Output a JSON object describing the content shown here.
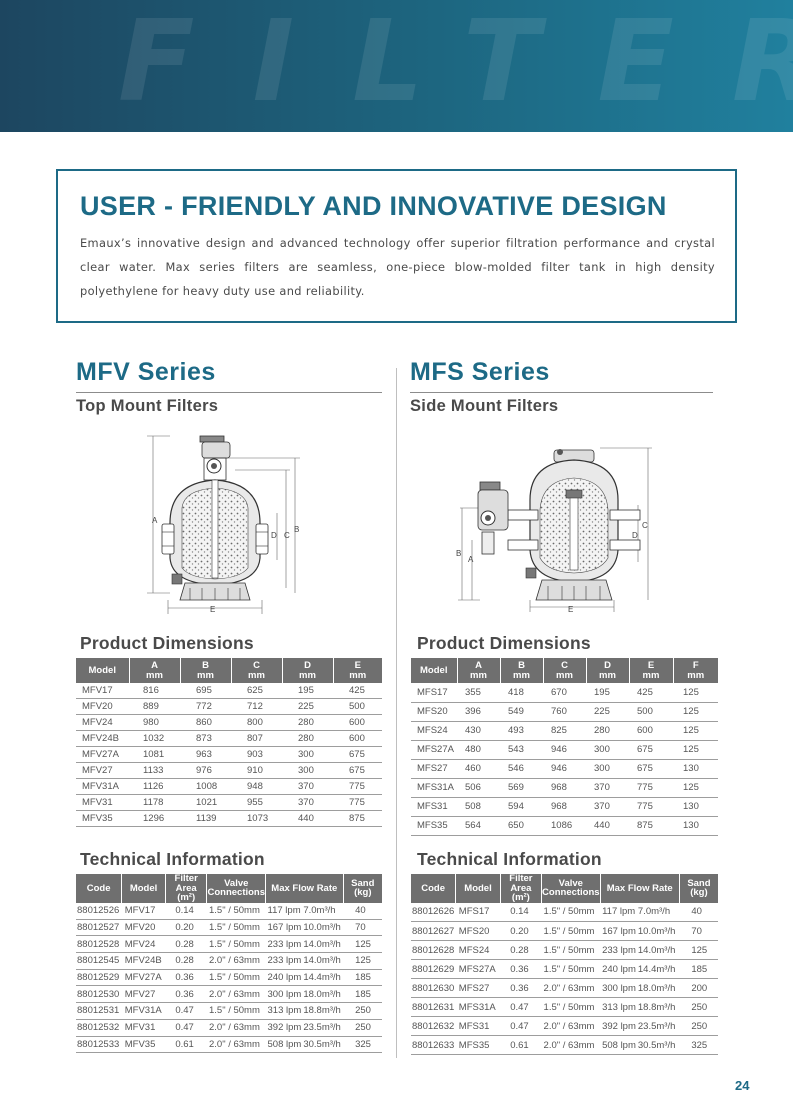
{
  "banner": {
    "word": "FILTER"
  },
  "intro": {
    "title": "USER - FRIENDLY AND INNOVATIVE DESIGN",
    "body": "Emaux’s innovative design and advanced technology offer superior filtration performance and crystal clear water. Max series filters are seamless, one-piece blow-molded filter tank in high density polyethylene for heavy duty use and reliability."
  },
  "mfv": {
    "title": "MFV Series",
    "subtitle": "Top Mount Filters",
    "diagram_labels": {
      "a": "A",
      "b": "B",
      "c": "C",
      "d": "D",
      "e": "E"
    },
    "dimensions_title": "Product Dimensions",
    "dimensions_headers": [
      {
        "l1": "Model",
        "l2": ""
      },
      {
        "l1": "A",
        "l2": "mm"
      },
      {
        "l1": "B",
        "l2": "mm"
      },
      {
        "l1": "C",
        "l2": "mm"
      },
      {
        "l1": "D",
        "l2": "mm"
      },
      {
        "l1": "E",
        "l2": "mm"
      }
    ],
    "dimensions_rows": [
      [
        "MFV17",
        "816",
        "695",
        "625",
        "195",
        "425"
      ],
      [
        "MFV20",
        "889",
        "772",
        "712",
        "225",
        "500"
      ],
      [
        "MFV24",
        "980",
        "860",
        "800",
        "280",
        "600"
      ],
      [
        "MFV24B",
        "1032",
        "873",
        "807",
        "280",
        "600"
      ],
      [
        "MFV27A",
        "1081",
        "963",
        "903",
        "300",
        "675"
      ],
      [
        "MFV27",
        "1133",
        "976",
        "910",
        "300",
        "675"
      ],
      [
        "MFV31A",
        "1126",
        "1008",
        "948",
        "370",
        "775"
      ],
      [
        "MFV31",
        "1178",
        "1021",
        "955",
        "370",
        "775"
      ],
      [
        "MFV35",
        "1296",
        "1139",
        "1073",
        "440",
        "875"
      ]
    ],
    "tech_title": "Technical Information",
    "tech_headers": [
      {
        "l1": "Code",
        "l2": ""
      },
      {
        "l1": "Model",
        "l2": ""
      },
      {
        "l1": "Filter",
        "l2": "Area (m²)"
      },
      {
        "l1": "Valve",
        "l2": "Connections"
      },
      {
        "l1": "Max Flow Rate",
        "l2": ""
      },
      {
        "l1": "Sand",
        "l2": "(kg)"
      }
    ],
    "tech_rows": [
      [
        "88012526",
        "MFV17",
        "0.14",
        "1.5\" / 50mm",
        "117 lpm",
        "7.0m³/h",
        "40"
      ],
      [
        "88012527",
        "MFV20",
        "0.20",
        "1.5\" / 50mm",
        "167 lpm",
        "10.0m³/h",
        "70"
      ],
      [
        "88012528",
        "MFV24",
        "0.28",
        "1.5\" / 50mm",
        "233 lpm",
        "14.0m³/h",
        "125"
      ],
      [
        "88012545",
        "MFV24B",
        "0.28",
        "2.0\" / 63mm",
        "233 lpm",
        "14.0m³/h",
        "125"
      ],
      [
        "88012529",
        "MFV27A",
        "0.36",
        "1.5\" / 50mm",
        "240 lpm",
        "14.4m³/h",
        "185"
      ],
      [
        "88012530",
        "MFV27",
        "0.36",
        "2.0\" / 63mm",
        "300 lpm",
        "18.0m³/h",
        "185"
      ],
      [
        "88012531",
        "MFV31A",
        "0.47",
        "1.5\" / 50mm",
        "313 lpm",
        "18.8m³/h",
        "250"
      ],
      [
        "88012532",
        "MFV31",
        "0.47",
        "2.0\" / 63mm",
        "392 lpm",
        "23.5m³/h",
        "250"
      ],
      [
        "88012533",
        "MFV35",
        "0.61",
        "2.0\" / 63mm",
        "508 lpm",
        "30.5m³/h",
        "325"
      ]
    ]
  },
  "mfs": {
    "title": "MFS Series",
    "subtitle": "Side Mount Filters",
    "diagram_labels": {
      "a": "A",
      "b": "B",
      "c": "C",
      "d": "D",
      "e": "E"
    },
    "dimensions_title": "Product Dimensions",
    "dimensions_headers": [
      {
        "l1": "Model",
        "l2": ""
      },
      {
        "l1": "A",
        "l2": "mm"
      },
      {
        "l1": "B",
        "l2": "mm"
      },
      {
        "l1": "C",
        "l2": "mm"
      },
      {
        "l1": "D",
        "l2": "mm"
      },
      {
        "l1": "E",
        "l2": "mm"
      },
      {
        "l1": "F",
        "l2": "mm"
      }
    ],
    "dimensions_rows": [
      [
        "MFS17",
        "355",
        "418",
        "670",
        "195",
        "425",
        "125"
      ],
      [
        "MFS20",
        "396",
        "549",
        "760",
        "225",
        "500",
        "125"
      ],
      [
        "MFS24",
        "430",
        "493",
        "825",
        "280",
        "600",
        "125"
      ],
      [
        "MFS27A",
        "480",
        "543",
        "946",
        "300",
        "675",
        "125"
      ],
      [
        "MFS27",
        "460",
        "546",
        "946",
        "300",
        "675",
        "130"
      ],
      [
        "MFS31A",
        "506",
        "569",
        "968",
        "370",
        "775",
        "125"
      ],
      [
        "MFS31",
        "508",
        "594",
        "968",
        "370",
        "775",
        "130"
      ],
      [
        "MFS35",
        "564",
        "650",
        "1086",
        "440",
        "875",
        "130"
      ]
    ],
    "tech_title": "Technical Information",
    "tech_headers": [
      {
        "l1": "Code",
        "l2": ""
      },
      {
        "l1": "Model",
        "l2": ""
      },
      {
        "l1": "Filter",
        "l2": "Area (m²)"
      },
      {
        "l1": "Valve",
        "l2": "Connections"
      },
      {
        "l1": "Max Flow Rate",
        "l2": ""
      },
      {
        "l1": "Sand",
        "l2": "(kg)"
      }
    ],
    "tech_rows": [
      [
        "88012626",
        "MFS17",
        "0.14",
        "1.5\" / 50mm",
        "117 lpm",
        "7.0m³/h",
        "40"
      ],
      [
        "88012627",
        "MFS20",
        "0.20",
        "1.5\" / 50mm",
        "167 lpm",
        "10.0m³/h",
        "70"
      ],
      [
        "88012628",
        "MFS24",
        "0.28",
        "1.5\" / 50mm",
        "233 lpm",
        "14.0m³/h",
        "125"
      ],
      [
        "88012629",
        "MFS27A",
        "0.36",
        "1.5\" / 50mm",
        "240 lpm",
        "14.4m³/h",
        "185"
      ],
      [
        "88012630",
        "MFS27",
        "0.36",
        "2.0\" / 63mm",
        "300 lpm",
        "18.0m³/h",
        "200"
      ],
      [
        "88012631",
        "MFS31A",
        "0.47",
        "1.5\" / 50mm",
        "313 lpm",
        "18.8m³/h",
        "250"
      ],
      [
        "88012632",
        "MFS31",
        "0.47",
        "2.0\" / 63mm",
        "392 lpm",
        "23.5m³/h",
        "250"
      ],
      [
        "88012633",
        "MFS35",
        "0.61",
        "2.0\" / 63mm",
        "508 lpm",
        "30.5m³/h",
        "325"
      ]
    ]
  },
  "page_number": "24",
  "colors": {
    "brand_blue": "#1d6a86",
    "table_header": "#6f6f6f"
  }
}
